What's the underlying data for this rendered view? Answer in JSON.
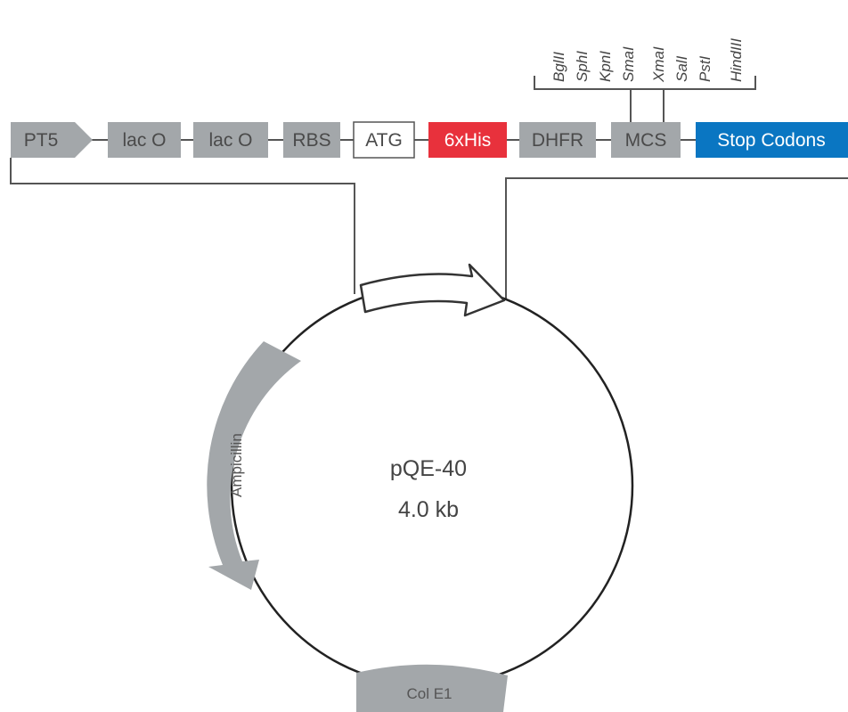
{
  "colors": {
    "element_fill": "#a3a7aa",
    "element_text": "#4a4a4a",
    "his_fill": "#e8313c",
    "stop_fill": "#0a76c2",
    "light_text": "#ffffff",
    "line": "#555555",
    "circle": "#222222"
  },
  "cassette": {
    "promoter": "PT5",
    "elements": [
      "lac O",
      "lac O",
      "RBS",
      "ATG",
      "6xHis",
      "DHFR",
      "MCS",
      "Stop Codons"
    ]
  },
  "mcs_sites": [
    "BglII",
    "SphI",
    "KpnI",
    "SmaI",
    "XmaI",
    "SalI",
    "PstI",
    "HindIII"
  ],
  "plasmid": {
    "name": "pQE-40",
    "size": "4.0 kb",
    "ampicillin": "Ampicillin",
    "ori": "Col E1"
  }
}
